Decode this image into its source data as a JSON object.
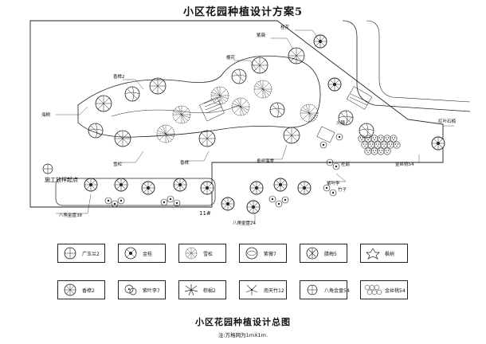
{
  "title": "小区花园种植设计方案5",
  "plan_labels": {
    "construction_note": "施工放样起点",
    "building_number": "11#",
    "callouts": [
      "海桐",
      "香樟2",
      "樱花",
      "紫薇",
      "桂花",
      "雪松",
      "香樟",
      "垂丝海棠",
      "紫叶李",
      "八角金盘24",
      "八角金盘38",
      "红叶石楠",
      "金丝桃54",
      "火棘",
      "竹子",
      "杜鹃"
    ]
  },
  "legend": {
    "row1": [
      {
        "icon": "magnolia-tree-icon",
        "label": "广玉兰2"
      },
      {
        "icon": "osmanthus-tree-icon",
        "label": "金桂"
      },
      {
        "icon": "cedar-tree-icon",
        "label": "雪松"
      },
      {
        "icon": "crape-myrtle-icon",
        "label": "紫薇7"
      },
      {
        "icon": "hibiscus-icon",
        "label": "腊梅5"
      },
      {
        "icon": "maple-icon",
        "label": "枫树"
      }
    ],
    "row2": [
      {
        "icon": "camphor-tree-icon",
        "label": "香樟2"
      },
      {
        "icon": "red-leaf-plum-icon",
        "label": "紫叶李7"
      },
      {
        "icon": "palm-icon",
        "label": "棕榈2"
      },
      {
        "icon": "nandina-icon",
        "label": "南天竹12"
      },
      {
        "icon": "fatsia-icon",
        "label": "八角金盘54"
      },
      {
        "icon": "hypericum-hedge-icon",
        "label": "金丝桃54"
      }
    ]
  },
  "subtitle": "小区花园种植设计总图",
  "note": "注:方格网为1mX1m."
}
